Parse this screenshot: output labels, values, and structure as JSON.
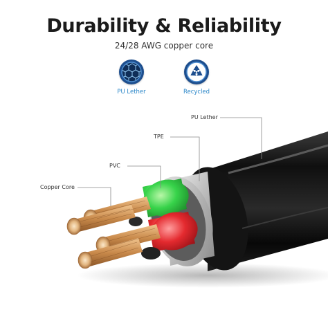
{
  "header": {
    "title": "Durability & Reliability",
    "subtitle": "24/28 AWG copper core"
  },
  "badges": [
    {
      "label": "PU Lether",
      "icon": "hexagon-mesh-icon"
    },
    {
      "label": "Recycled",
      "icon": "recycle-icon"
    }
  ],
  "callouts": {
    "pu": "PU Lether",
    "tpe": "TPE",
    "pvc": "PVC",
    "copper": "Copper Core"
  },
  "colors": {
    "badge_bg": "#1d4e8e",
    "badge_label": "#2a86c8",
    "wire_green": "#37d34a",
    "wire_red": "#e42a2f",
    "copper": "#c98a4b"
  }
}
